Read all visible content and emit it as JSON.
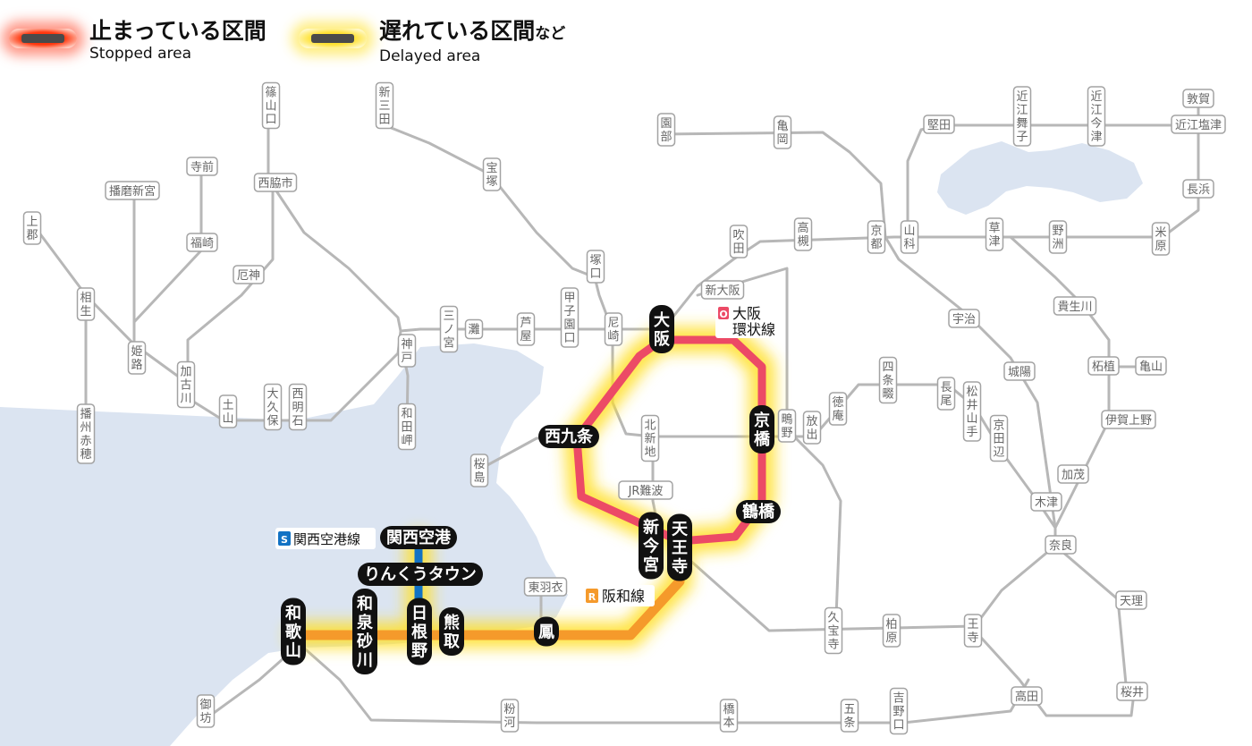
{
  "legend": {
    "stopped_jp": "止まっている区間",
    "stopped_en": "Stopped area",
    "delayed_jp": "遅れている区間",
    "delayed_suffix": "など",
    "delayed_en": "Delayed area"
  },
  "colors": {
    "osaka_loop": "#ec4a66",
    "hanwa": "#f59a2b",
    "kansai_airport": "#1272c4",
    "base_line": "#b7b7b7",
    "water": "#dbe4f1",
    "stopped": "#ff2a00",
    "delayed": "#ffe23a"
  },
  "line_labels": {
    "loop_badge": "O",
    "loop_name_1": "大阪",
    "loop_name_2": "環状線",
    "hanwa_badge": "R",
    "hanwa_name": "阪和線",
    "airport_badge": "S",
    "airport_name": "関西空港線"
  },
  "major_stations": [
    {
      "id": "osaka",
      "name": "大阪",
      "vertical": true
    },
    {
      "id": "kyobashi",
      "name": "京橋",
      "vertical": true
    },
    {
      "id": "tsuruhashi",
      "name": "鶴橋",
      "vertical": false
    },
    {
      "id": "tennoji",
      "name": "天王寺",
      "vertical": true
    },
    {
      "id": "shinimamiya",
      "name": "新今宮",
      "vertical": true
    },
    {
      "id": "nishikujo",
      "name": "西九条",
      "vertical": false
    },
    {
      "id": "otori",
      "name": "鳳",
      "vertical": true
    },
    {
      "id": "kumatori",
      "name": "熊取",
      "vertical": true
    },
    {
      "id": "hineno",
      "name": "日根野",
      "vertical": true
    },
    {
      "id": "izumisunagawa",
      "name": "和泉砂川",
      "vertical": true
    },
    {
      "id": "wakayama",
      "name": "和歌山",
      "vertical": true
    },
    {
      "id": "kix",
      "name": "関西空港",
      "vertical": false
    },
    {
      "id": "rinku",
      "name": "りんくうタウン",
      "vertical": false
    }
  ],
  "minor_stations": [
    {
      "id": "sasayamaguchi",
      "name": "篠山口",
      "vertical": true
    },
    {
      "id": "shinsanda",
      "name": "新三田",
      "vertical": true
    },
    {
      "id": "takarazuka",
      "name": "宝塚",
      "vertical": true
    },
    {
      "id": "tsukaguchi",
      "name": "塚口",
      "vertical": true
    },
    {
      "id": "amagasaki",
      "name": "尼崎",
      "vertical": true
    },
    {
      "id": "koshienguchi",
      "name": "甲子園口",
      "vertical": true
    },
    {
      "id": "ashiya",
      "name": "芦屋",
      "vertical": true
    },
    {
      "id": "nada",
      "name": "灘",
      "vertical": true
    },
    {
      "id": "sannomiya",
      "name": "三ノ宮",
      "vertical": true
    },
    {
      "id": "kobe",
      "name": "神戸",
      "vertical": true
    },
    {
      "id": "wadamisaki",
      "name": "和田岬",
      "vertical": true
    },
    {
      "id": "nishiakashi",
      "name": "西明石",
      "vertical": true
    },
    {
      "id": "okubo",
      "name": "大久保",
      "vertical": true
    },
    {
      "id": "tsuchiyama",
      "name": "土山",
      "vertical": true
    },
    {
      "id": "kakogawa",
      "name": "加古川",
      "vertical": true
    },
    {
      "id": "yakujin",
      "name": "厄神",
      "vertical": false
    },
    {
      "id": "nishiwakishi",
      "name": "西脇市",
      "vertical": false
    },
    {
      "id": "teramae",
      "name": "寺前",
      "vertical": false
    },
    {
      "id": "fukusaki",
      "name": "福崎",
      "vertical": false
    },
    {
      "id": "harimashingu",
      "name": "播磨新宮",
      "vertical": false
    },
    {
      "id": "kamigori",
      "name": "上郡",
      "vertical": true
    },
    {
      "id": "aioi",
      "name": "相生",
      "vertical": true
    },
    {
      "id": "himeji",
      "name": "姫路",
      "vertical": true
    },
    {
      "id": "banshuako",
      "name": "播州赤穂",
      "vertical": true
    },
    {
      "id": "sakurajima",
      "name": "桜島",
      "vertical": true
    },
    {
      "id": "kitashinchi",
      "name": "北新地",
      "vertical": true
    },
    {
      "id": "jrnamba",
      "name": "JR難波",
      "vertical": false
    },
    {
      "id": "shinosaka",
      "name": "新大阪",
      "vertical": false
    },
    {
      "id": "suita",
      "name": "吹田",
      "vertical": true
    },
    {
      "id": "takatsuki",
      "name": "高槻",
      "vertical": true
    },
    {
      "id": "kyoto",
      "name": "京都",
      "vertical": true
    },
    {
      "id": "sonobe",
      "name": "園部",
      "vertical": true
    },
    {
      "id": "kameoka",
      "name": "亀岡",
      "vertical": true
    },
    {
      "id": "yamashina",
      "name": "山科",
      "vertical": true
    },
    {
      "id": "katata",
      "name": "堅田",
      "vertical": false
    },
    {
      "id": "omimaiko",
      "name": "近江舞子",
      "vertical": true
    },
    {
      "id": "omiimazu",
      "name": "近江今津",
      "vertical": true
    },
    {
      "id": "tsuruga",
      "name": "敦賀",
      "vertical": false
    },
    {
      "id": "omishiotsu",
      "name": "近江塩津",
      "vertical": false
    },
    {
      "id": "nagahama",
      "name": "長浜",
      "vertical": false
    },
    {
      "id": "maibara",
      "name": "米原",
      "vertical": true
    },
    {
      "id": "yasu",
      "name": "野洲",
      "vertical": true
    },
    {
      "id": "kusatsu",
      "name": "草津",
      "vertical": true
    },
    {
      "id": "kibukawa",
      "name": "貴生川",
      "vertical": false
    },
    {
      "id": "tsuge",
      "name": "柘植",
      "vertical": false
    },
    {
      "id": "kameyama",
      "name": "亀山",
      "vertical": false
    },
    {
      "id": "igaueno",
      "name": "伊賀上野",
      "vertical": false
    },
    {
      "id": "kamo",
      "name": "加茂",
      "vertical": false
    },
    {
      "id": "kizu",
      "name": "木津",
      "vertical": false
    },
    {
      "id": "uji",
      "name": "宇治",
      "vertical": false
    },
    {
      "id": "joyo",
      "name": "城陽",
      "vertical": false
    },
    {
      "id": "kyotanabe",
      "name": "京田辺",
      "vertical": true
    },
    {
      "id": "matsuiyamate",
      "name": "松井山手",
      "vertical": true
    },
    {
      "id": "nagao",
      "name": "長尾",
      "vertical": true
    },
    {
      "id": "shijonawate",
      "name": "四条畷",
      "vertical": true
    },
    {
      "id": "shijonawate2",
      "name": "徳庵",
      "vertical": true
    },
    {
      "id": "hanaten",
      "name": "放出",
      "vertical": true
    },
    {
      "id": "shigino",
      "name": "鴫野",
      "vertical": true
    },
    {
      "id": "kyuhoji",
      "name": "久宝寺",
      "vertical": true
    },
    {
      "id": "kashiwara",
      "name": "柏原",
      "vertical": true
    },
    {
      "id": "oji",
      "name": "王寺",
      "vertical": true
    },
    {
      "id": "nara",
      "name": "奈良",
      "vertical": false
    },
    {
      "id": "tenri",
      "name": "天理",
      "vertical": false
    },
    {
      "id": "sakurai",
      "name": "桜井",
      "vertical": false
    },
    {
      "id": "takada",
      "name": "高田",
      "vertical": false
    },
    {
      "id": "yoshinoguchi",
      "name": "吉野口",
      "vertical": true
    },
    {
      "id": "gojo",
      "name": "五条",
      "vertical": true
    },
    {
      "id": "hashimoto",
      "name": "橋本",
      "vertical": true
    },
    {
      "id": "kokawa",
      "name": "粉河",
      "vertical": true
    },
    {
      "id": "higashihagoromo",
      "name": "東羽衣",
      "vertical": false
    },
    {
      "id": "gobo",
      "name": "御坊",
      "vertical": true
    }
  ]
}
